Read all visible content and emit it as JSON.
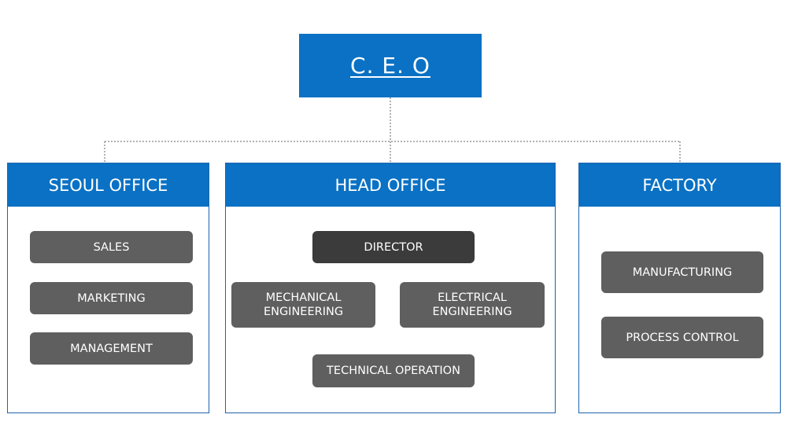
{
  "ceo": {
    "label": "C. E. O"
  },
  "seoul": {
    "title": "SEOUL OFFICE",
    "items": [
      "SALES",
      "MARKETING",
      "MANAGEMENT"
    ]
  },
  "head": {
    "title": "HEAD OFFICE",
    "director": "DIRECTOR",
    "mechanical": "MECHANICAL\nENGINEERING",
    "electrical": "ELECTRICAL\nENGINEERING",
    "technical": "TECHNICAL OPERATION"
  },
  "factory": {
    "title": "FACTORY",
    "items": [
      "MANUFACTURING",
      "PROCESS CONTROL"
    ]
  },
  "colors": {
    "blue": "#0a71c4",
    "box": "#5f5f5f",
    "box_dark": "#3b3b3b",
    "connector": "#999999"
  }
}
